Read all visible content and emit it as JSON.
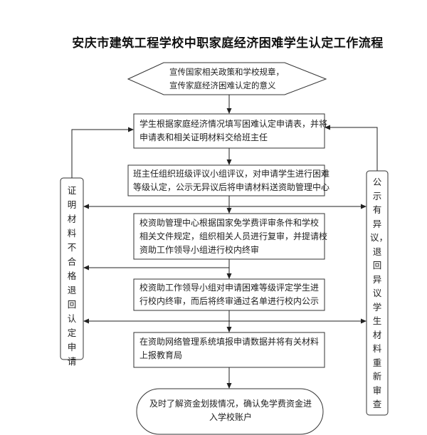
{
  "title": "安庆市建筑工程学校中职家庭经济困难学生认定工作流程",
  "colors": {
    "stroke": "#333333",
    "background": "#ffffff",
    "text": "#222222"
  },
  "steps": [
    {
      "shape": "hexagon",
      "lines": [
        "宣传国家相关政策和学校规章，",
        "宣传家庭经济困难认定的意义"
      ]
    },
    {
      "shape": "rectangle",
      "lines": [
        "学生根据家庭经济情况填写困难认定申请表，并将",
        "申请表和相关证明材料交给班主任"
      ]
    },
    {
      "shape": "rectangle",
      "lines": [
        "班主任组织班级评议小组评议，对申请学生进行困难",
        "等级认定，公示无异议后将申请材料送资助管理中心"
      ]
    },
    {
      "shape": "rectangle",
      "lines": [
        "校资助管理中心根据国家免学费评审条件和学校",
        "相关文件规定，组织相关人员进行复审，并提请校",
        "资助工作领导小组进行校内终审"
      ]
    },
    {
      "shape": "rectangle",
      "lines": [
        "校资助工作领导小组对申请困难等级评定学生进",
        "行校内终审，而后将终审通过名单进行校内公示"
      ]
    },
    {
      "shape": "rectangle",
      "lines": [
        "在资助网络管理系统填报申请数据并将有关材料",
        "上报教育局"
      ]
    },
    {
      "shape": "terminator",
      "lines": [
        "及时了解资金划拨情况，确认免学费资金进",
        "入学校账户"
      ]
    }
  ],
  "side_boxes": {
    "left": "证明材料不合格退回认定申请",
    "right": "公示有异议，退回异议学生材料重新审查"
  }
}
